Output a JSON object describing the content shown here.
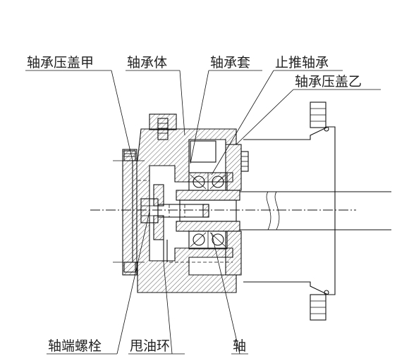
{
  "labels": {
    "top": [
      "轴承压盖甲",
      "轴承体",
      "轴承套",
      "止推轴承",
      "轴承压盖乙"
    ],
    "bottom": [
      "轴端螺栓",
      "甩油环",
      "轴"
    ]
  },
  "colors": {
    "line": "#111111",
    "text": "#222222",
    "background": "#ffffff"
  }
}
